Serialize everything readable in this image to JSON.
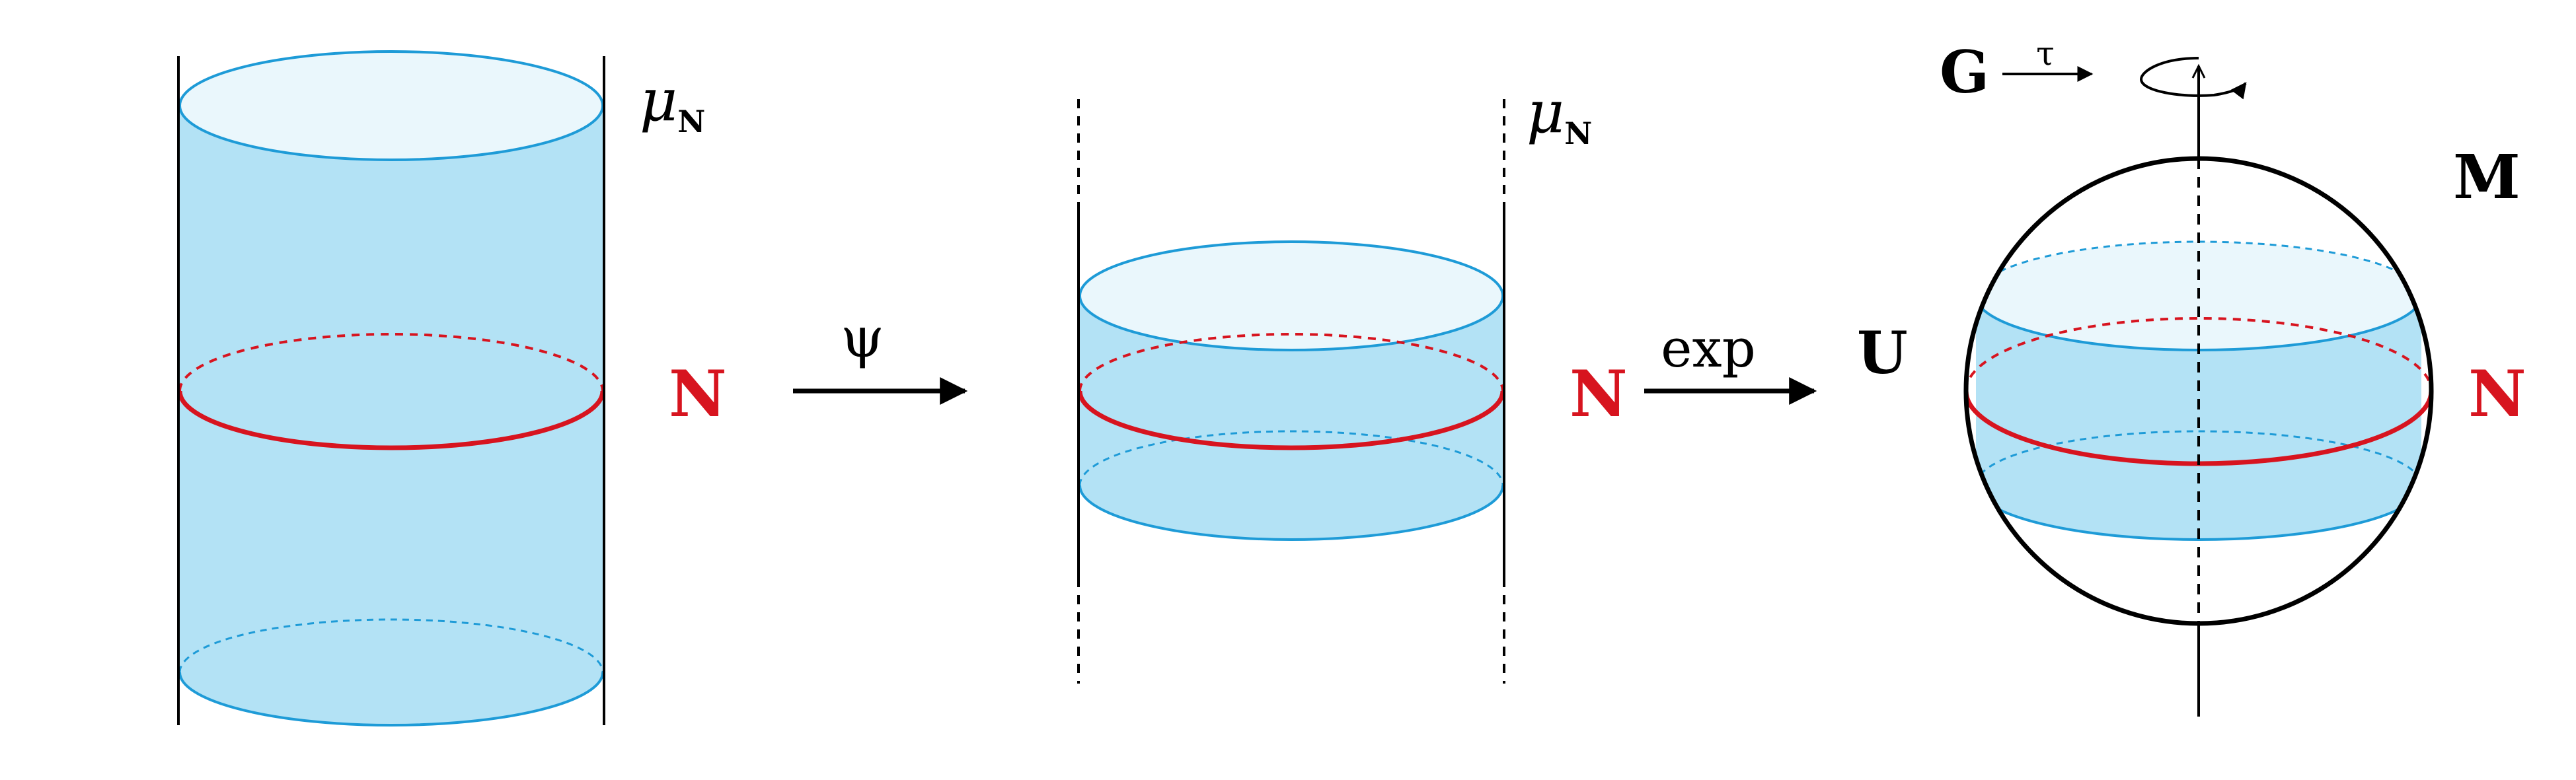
{
  "labels": {
    "mu": "μ",
    "mu_sub": "N",
    "N": "N",
    "psi": "ψ",
    "exp": "exp",
    "U": "U",
    "G": "G",
    "tau": "τ",
    "M": "M"
  },
  "colors": {
    "fill": "#b3e2f5",
    "fill_top": "#eaf7fc",
    "outline": "#1e9bd7",
    "red": "#d7141f",
    "black": "#000000"
  }
}
